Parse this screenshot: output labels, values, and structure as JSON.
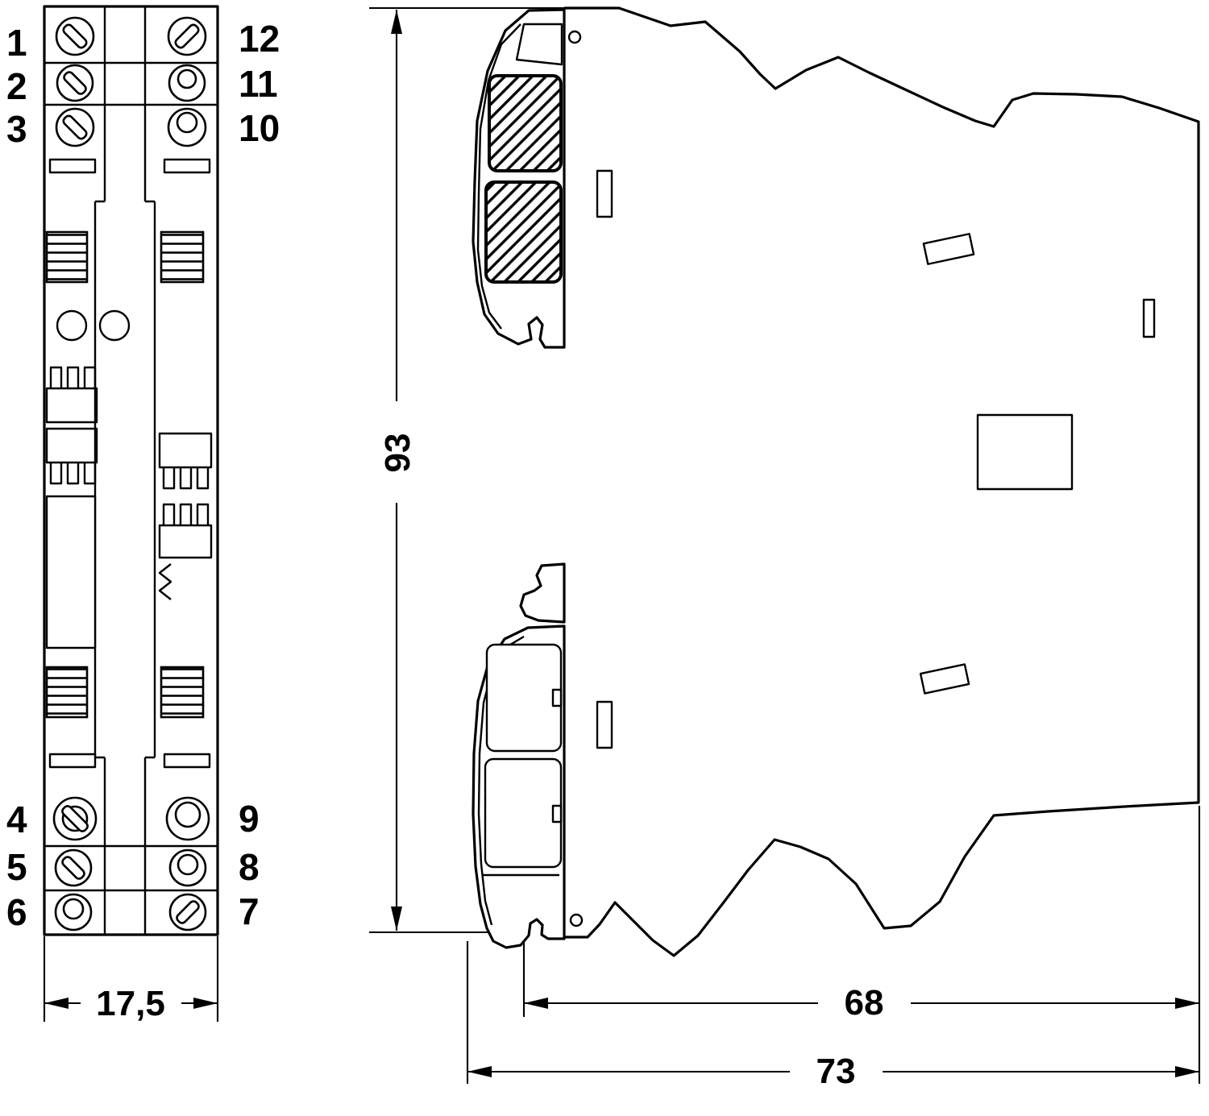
{
  "figure": {
    "front": {
      "left_top": [
        "1",
        "2",
        "3"
      ],
      "left_bottom": [
        "4",
        "5",
        "6"
      ],
      "right_top": [
        "12",
        "11",
        "10"
      ],
      "right_bottom": [
        "9",
        "8",
        "7"
      ],
      "width_label": "17,5"
    },
    "side": {
      "height_label": "93",
      "depth_label": "68",
      "total_depth_label": "73"
    },
    "colors": {
      "line": "#000000",
      "background": "#ffffff"
    }
  }
}
